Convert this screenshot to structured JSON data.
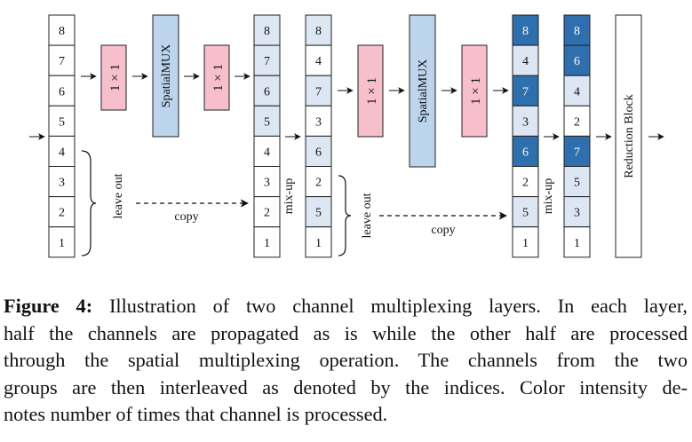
{
  "figure": {
    "caption_label": "Figure 4:",
    "caption_lines": [
      "Illustration of two channel multiplexing layers. In each layer,",
      "half the channels are propagated as is while the other half are processed",
      "through the spatial multiplexing operation. The channels from the two",
      "groups are then interleaved as denoted by the indices. Color intensity de-",
      "notes number of times that channel is processed."
    ]
  },
  "colors": {
    "conv": "#f7bfcb",
    "spatial_mux": "#bcd4ec",
    "processed_1": "#dde7f4",
    "processed_2": "#2f6fae",
    "unprocessed": "#ffffff"
  },
  "diagram": {
    "conv_label": "1 × 1",
    "spatial_label": "SpatialMUX",
    "leave_out_label": "leave out",
    "copy_label": "copy",
    "mixup_label": "mix-up",
    "reduction_label": "Reduction Block",
    "columns": [
      {
        "name": "input",
        "cells": [
          "8",
          "7",
          "6",
          "5",
          "4",
          "3",
          "2",
          "1"
        ],
        "levels": [
          0,
          0,
          0,
          0,
          0,
          0,
          0,
          0
        ]
      },
      {
        "name": "after-mux-1",
        "cells": [
          "8",
          "7",
          "6",
          "5",
          "4",
          "3",
          "2",
          "1"
        ],
        "levels": [
          1,
          1,
          1,
          1,
          0,
          0,
          0,
          0
        ]
      },
      {
        "name": "mixup-1",
        "cells": [
          "8",
          "4",
          "7",
          "3",
          "6",
          "2",
          "5",
          "1"
        ],
        "levels": [
          1,
          0,
          1,
          0,
          1,
          0,
          1,
          0
        ]
      },
      {
        "name": "after-mux-2",
        "cells": [
          "8",
          "4",
          "7",
          "3",
          "6",
          "2",
          "5",
          "1"
        ],
        "levels": [
          2,
          1,
          2,
          1,
          2,
          0,
          1,
          0
        ]
      },
      {
        "name": "mixup-2",
        "cells": [
          "8",
          "6",
          "4",
          "2",
          "7",
          "5",
          "3",
          "1"
        ],
        "levels": [
          2,
          2,
          1,
          0,
          2,
          1,
          1,
          0
        ]
      }
    ]
  }
}
